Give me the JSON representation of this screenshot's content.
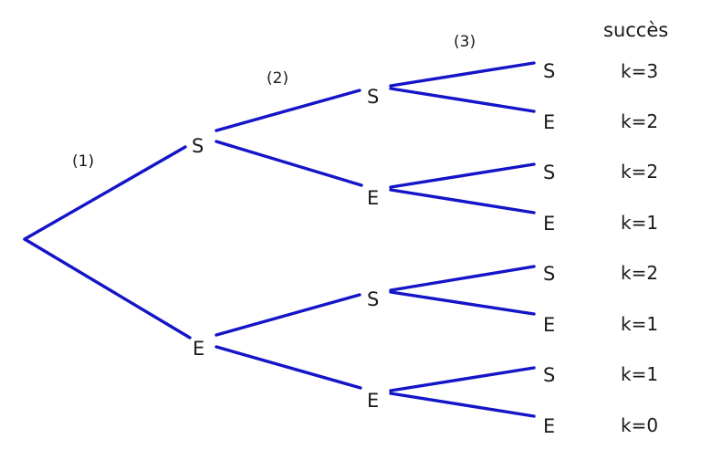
{
  "diagram": {
    "edge_color": "#1414c8",
    "step_labels": [
      "(1)",
      "(2)",
      "(3)"
    ],
    "header": "succès",
    "level1": [
      "S",
      "E"
    ],
    "level2": [
      "S",
      "E",
      "S",
      "E"
    ],
    "level3": [
      "S",
      "E",
      "S",
      "E",
      "S",
      "E",
      "S",
      "E"
    ],
    "k_values": [
      "k=3",
      "k=2",
      "k=2",
      "k=1",
      "k=2",
      "k=1",
      "k=1",
      "k=0"
    ]
  }
}
